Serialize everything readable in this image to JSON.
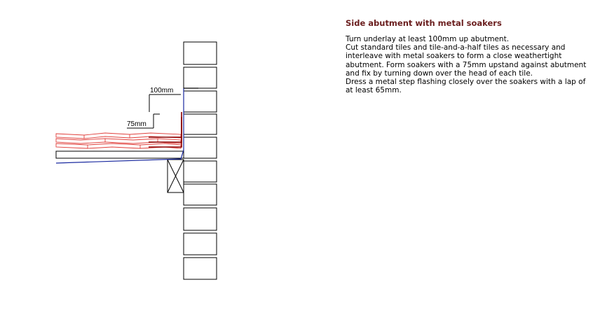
{
  "title": "Side abutment with metal soakers",
  "paragraphs": [
    "Turn underlay at least 100mm up abutment.",
    "Cut standard tiles and tile-and-a-half tiles as necessary and interleave with metal soakers to form a close weathertight abutment.  Form soakers with a 75mm upstand against abutment and fix by turning down over the head of each tile.",
    "Dress a metal step flashing closely over the soakers with a lap of at least 65mm."
  ],
  "dimensions": {
    "underlay_upstand": "100mm",
    "soaker_upstand": "75mm"
  },
  "colors": {
    "tiles": "#e0403c",
    "soaker": "#8b0000",
    "underlay": "#1a2aa0",
    "title": "#6b1f1f",
    "lines": "#000000"
  }
}
